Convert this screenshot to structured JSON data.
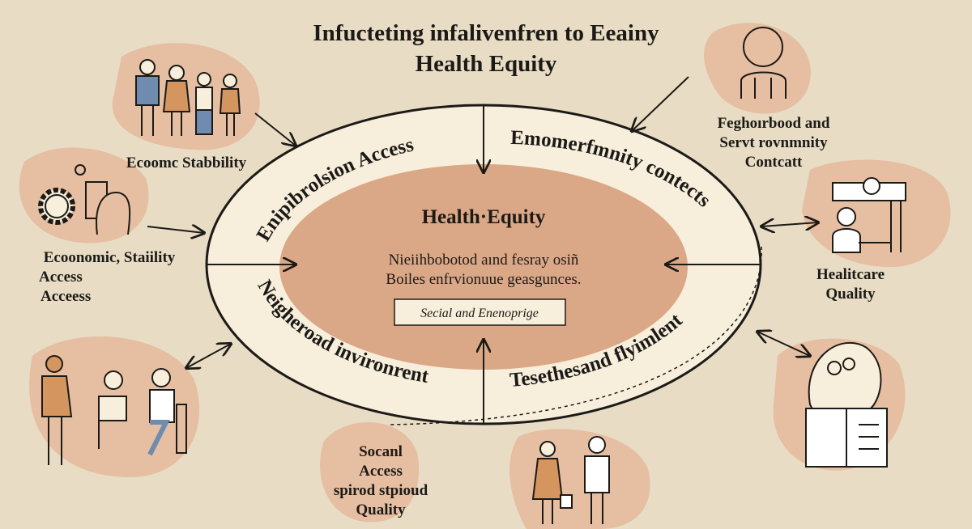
{
  "title": {
    "line1": "Infucteting infalivenfren to Eeainy",
    "line2": "Health Equity"
  },
  "center": {
    "heading": "Health·Equity",
    "body_line1": "Nieiihbobotod aınd fesray osiñ",
    "body_line2": "Boiles enfrvionuue geasgunces.",
    "box_label": "Secial and Enenoprige"
  },
  "ring": {
    "top_left": "Enipibrolsion Access",
    "top_right": "Emomerfmnity contects",
    "bottom_left": "Neigheroad invironrent",
    "bottom_right": "Tesethesand flyimlent"
  },
  "outer_labels": {
    "family": "Ecoomc Stabbility",
    "economic": [
      "Ecoonomic, Staiility",
      "Access",
      "Acceess"
    ],
    "neighborhood": [
      "Feghoırbood and",
      "Servt rovnmnity",
      "Contcatt"
    ],
    "healthcare": [
      "Healitcare",
      "Quality"
    ],
    "social": [
      "Socanl",
      "Access",
      "spirod stpioud",
      "Quality"
    ]
  },
  "colors": {
    "background": "#e8dcc4",
    "ring": "#f7eedb",
    "core": "#dba887",
    "blob": "#e6bea1",
    "ink": "#1c1a17"
  },
  "icons": [
    "family-icon",
    "gear-person-icon",
    "person-icon",
    "doctor-desk-icon",
    "caregiver-icon",
    "head-book-icon",
    "couple-icon"
  ]
}
